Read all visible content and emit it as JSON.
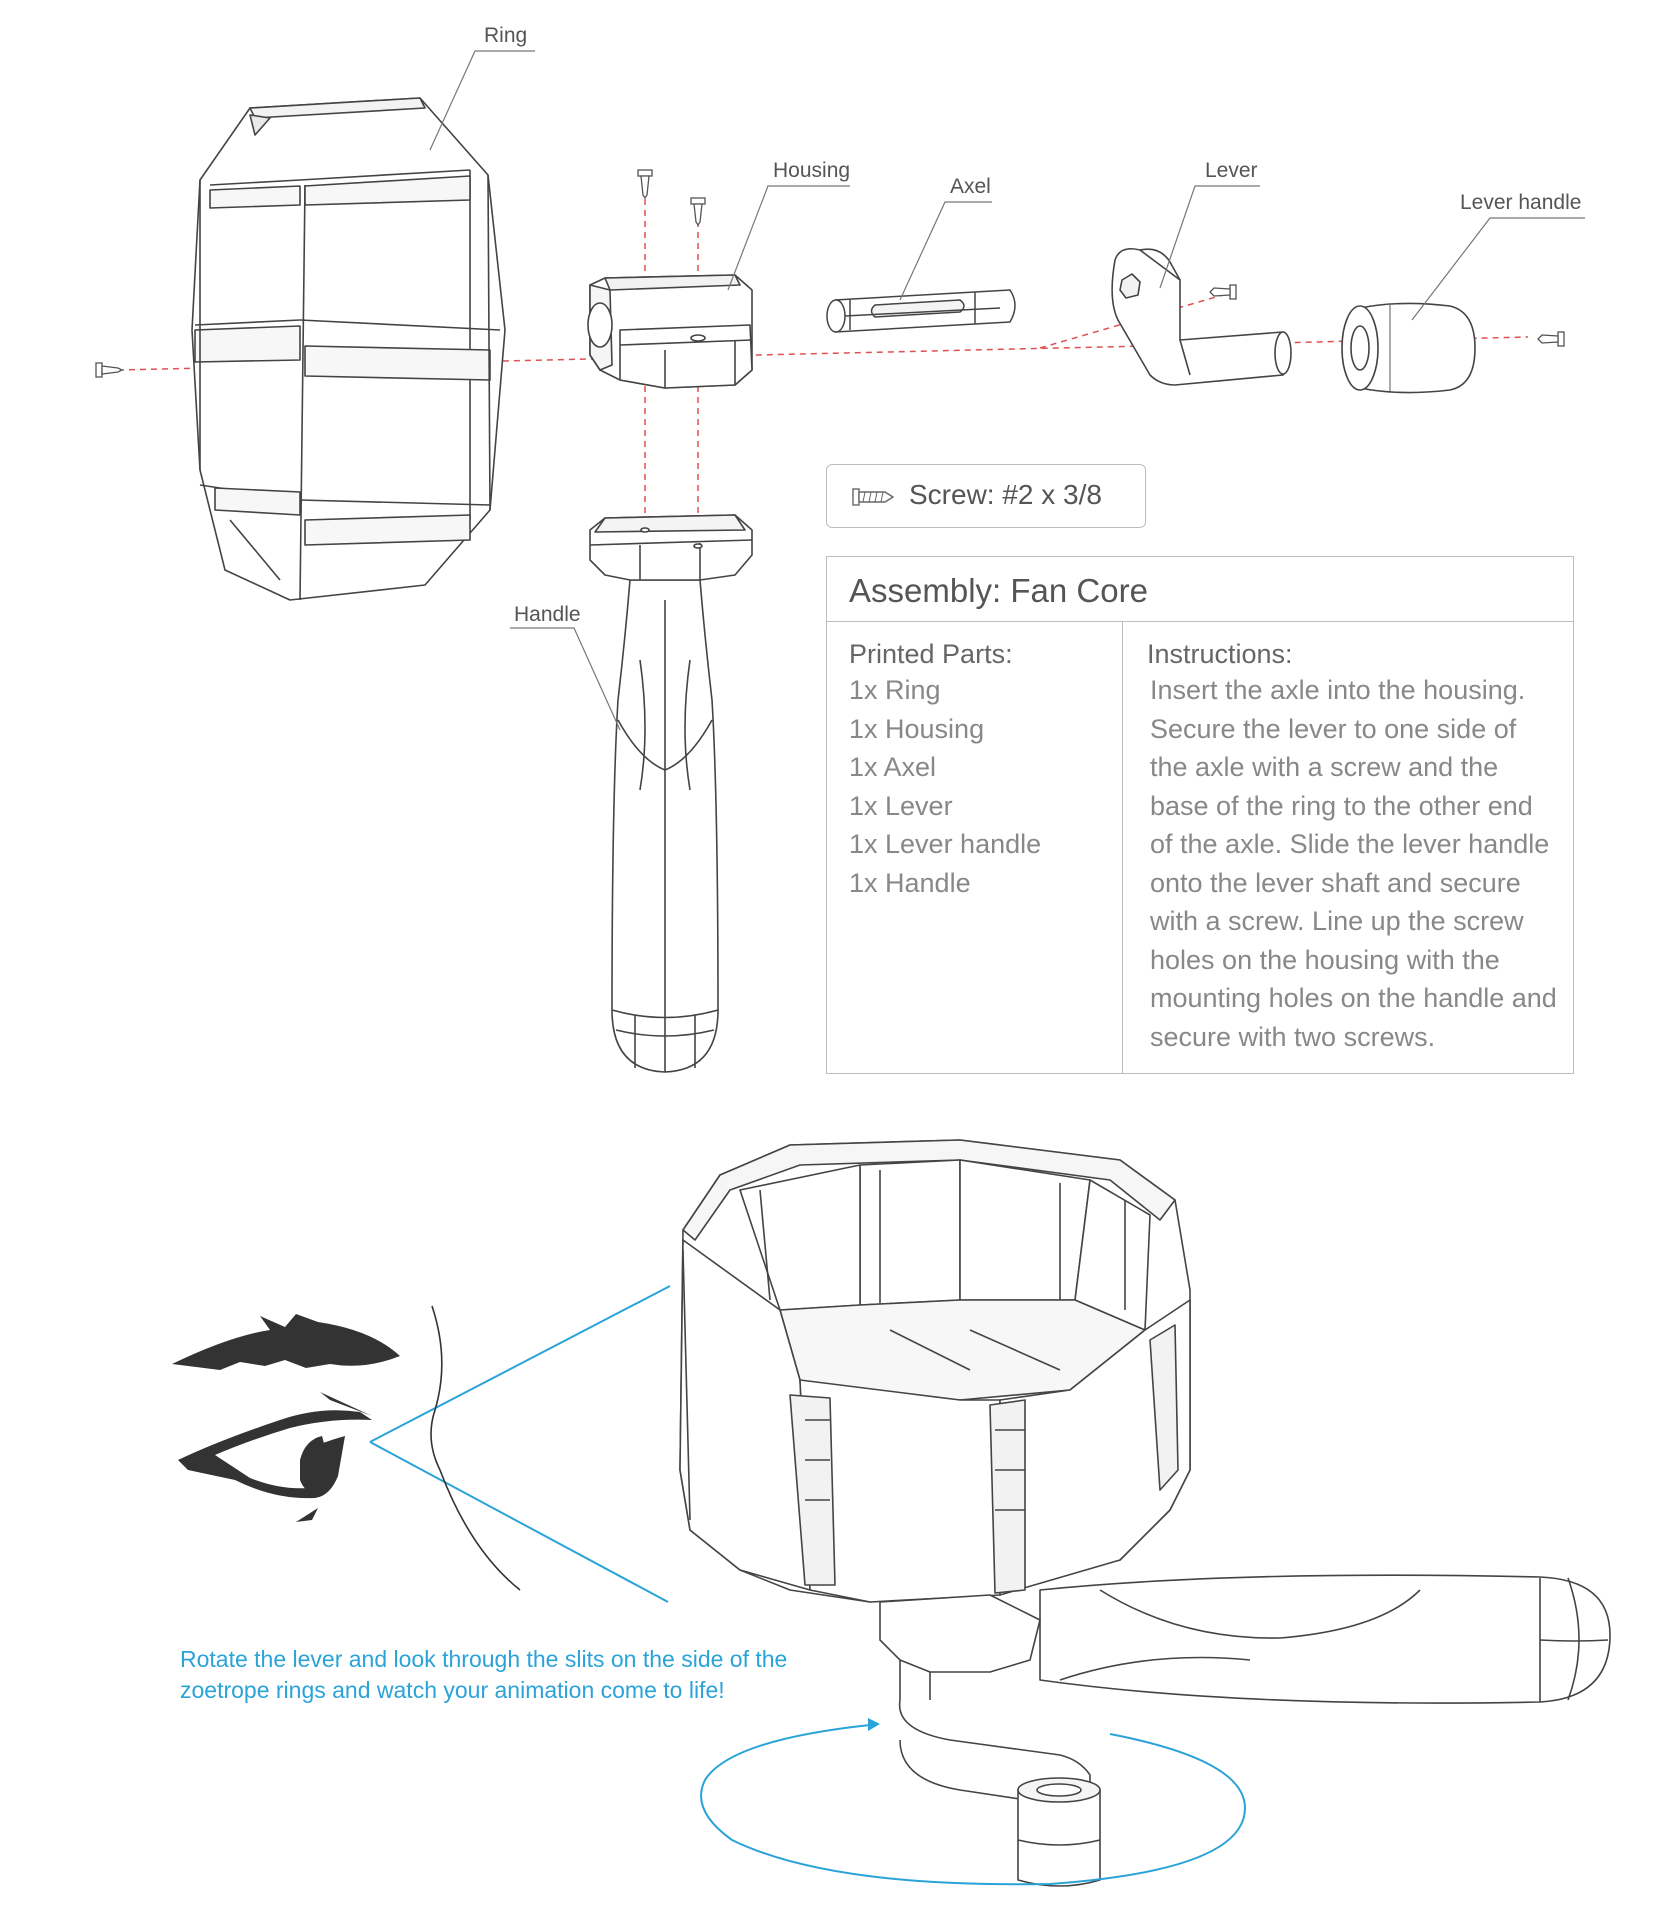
{
  "labels": {
    "ring": "Ring",
    "housing": "Housing",
    "axel": "Axel",
    "lever": "Lever",
    "lever_handle": "Lever handle",
    "handle": "Handle"
  },
  "screw_spec": "Screw: #2 x 3/8",
  "assembly": {
    "title": "Assembly: Fan Core",
    "parts_heading": "Printed Parts:",
    "parts": [
      "1x Ring",
      "1x Housing",
      "1x Axel",
      "1x Lever",
      "1x Lever handle",
      "1x Handle"
    ],
    "instructions_heading": "Instructions:",
    "instructions": "Insert the axle into the housing. Secure the lever to one side of the axle with a screw and the base of the ring to the other end of the axle. Slide the lever handle onto the lever shaft and secure with a screw. Line up the screw holes on the housing with the mounting holes on the handle and secure with two screws."
  },
  "caption": "Rotate the lever and look through the slits on the side of the zoetrope rings and watch your animation come to life!",
  "colors": {
    "line": "#444444",
    "callout_line": "#777777",
    "guide_red": "#e05050",
    "accent_blue": "#2aa3d8",
    "eye": "#333333"
  },
  "icons": [
    "screw-icon",
    "eye-illustration",
    "rotation-arrow-icon"
  ]
}
